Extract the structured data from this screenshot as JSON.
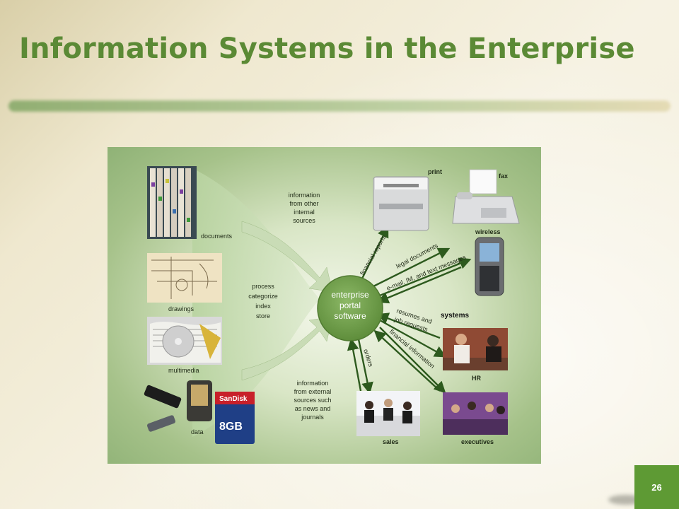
{
  "slide": {
    "title": "Information Systems in the Enterprise",
    "page_number": "26"
  },
  "diagram": {
    "hub": {
      "line1": "enterprise",
      "line2": "portal",
      "line3": "software"
    },
    "sources": {
      "documents": "documents",
      "drawings": "drawings",
      "multimedia": "multimedia",
      "data": "data"
    },
    "process_steps": [
      "process",
      "categorize",
      "index",
      "store"
    ],
    "internal_info": [
      "information",
      "from other",
      "internal",
      "sources"
    ],
    "external_info": [
      "information",
      "from external",
      "sources such",
      "as news and",
      "journals"
    ],
    "outputs": {
      "print": "print",
      "fax": "fax",
      "wireless": "wireless",
      "systems": "systems",
      "hr": "HR",
      "sales": "sales",
      "executives": "executives"
    },
    "flows": {
      "financial_reports": "financial reports",
      "legal_documents": "legal documents",
      "messages": "e-mail, IM, and text messages",
      "resumes": [
        "resumes and",
        "job requests"
      ],
      "financial_information": "financial information",
      "orders": "orders"
    },
    "sd_card": {
      "brand": "SanDisk",
      "capacity": "8GB"
    },
    "colors": {
      "hub": "#6e9e4a",
      "arrow": "#2d5a1e",
      "title": "#5b8a35",
      "badge": "#5e9a34"
    }
  }
}
